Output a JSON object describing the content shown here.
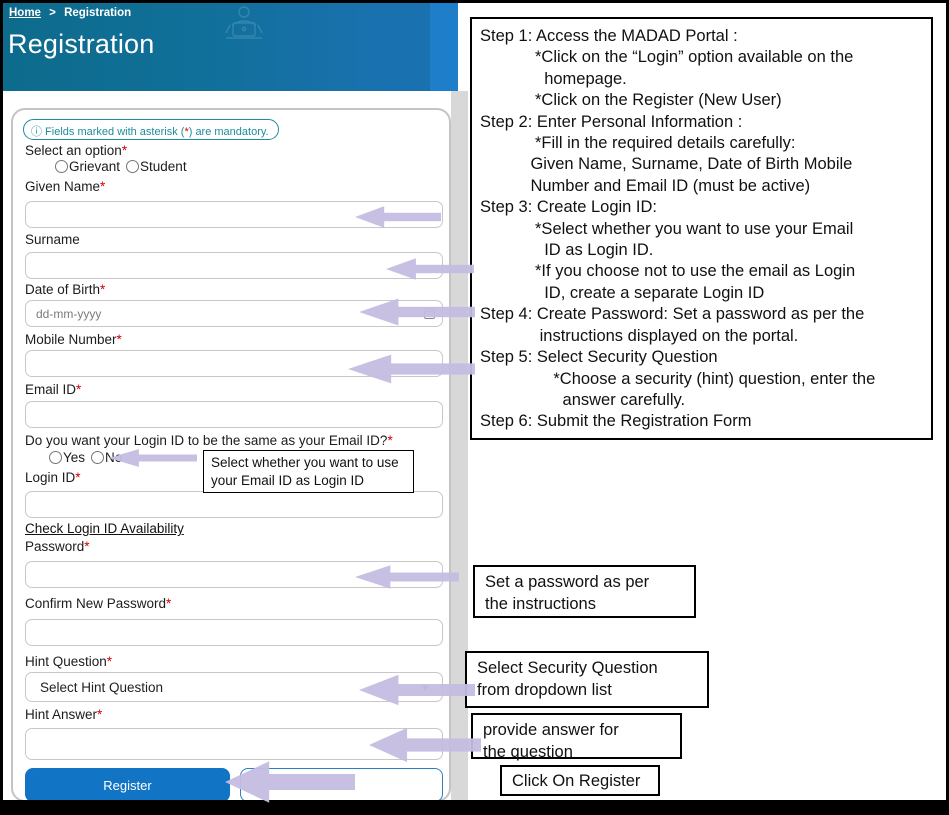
{
  "header": {
    "breadcrumb_home": "Home",
    "breadcrumb_separator": ">",
    "breadcrumb_current": "Registration",
    "title": "Registration"
  },
  "form": {
    "asterisk": "*",
    "note_icon": "ⓘ",
    "note_prefix": " Fields marked with asterisk (",
    "note_star": "*",
    "note_suffix": ") are mandatory.",
    "select_option_label": "Select an option",
    "radio_grievant": "Grievant",
    "radio_student": "Student",
    "given_name_label": "Given Name",
    "surname_label": "Surname",
    "dob_label": "Date of Birth",
    "dob_placeholder": "dd-mm-yyyy",
    "mobile_label": "Mobile Number",
    "email_label": "Email ID",
    "same_login_question": "Do you want your Login ID to be the same as your Email ID?",
    "radio_yes": "Yes",
    "radio_no": "No",
    "login_id_label": "Login ID",
    "check_availability_link": "Check Login ID Availability",
    "password_label": "Password",
    "confirm_password_label": "Confirm New Password",
    "hint_question_label": "Hint Question",
    "hint_question_value": "Select Hint Question",
    "hint_select_caret": "▾",
    "hint_answer_label": "Hint Answer",
    "register_button": "Register"
  },
  "instructions": {
    "text": "Step 1: Access the MADAD Portal :\n            *Click on the “Login” option available on the\n              homepage.\n            *Click on the Register (New User)\nStep 2: Enter Personal Information :\n            *Fill in the required details carefully:\n           Given Name, Surname, Date of Birth Mobile\n           Number and Email ID (must be active)\nStep 3: Create Login ID:\n            *Select whether you want to use your Email\n              ID as Login ID.\n            *If you choose not to use the email as Login\n              ID, create a separate Login ID\nStep 4: Create Password: Set a password as per the\n             instructions displayed on the portal.\nStep 5: Select Security Question\n                *Choose a security (hint) question, enter the\n                  answer carefully.\nStep 6: Submit the Registration Form"
  },
  "annotations": {
    "email_login": "Select whether you want to use\nyour Email ID as Login ID",
    "password": "Set a password as per\nthe instructions",
    "security": "Select Security Question\nfrom dropdown list",
    "answer": "provide answer for\nthe question",
    "register": "Click On Register"
  },
  "colors": {
    "header_teal": "#0d6b8c",
    "header_blue": "#1a71af",
    "header_bright_blue": "#1f7ec9",
    "note_teal": "#1f8b9d",
    "asterisk_red": "#d10000",
    "button_blue": "#1174c5",
    "arrow_lavender": "#c5bde1"
  }
}
